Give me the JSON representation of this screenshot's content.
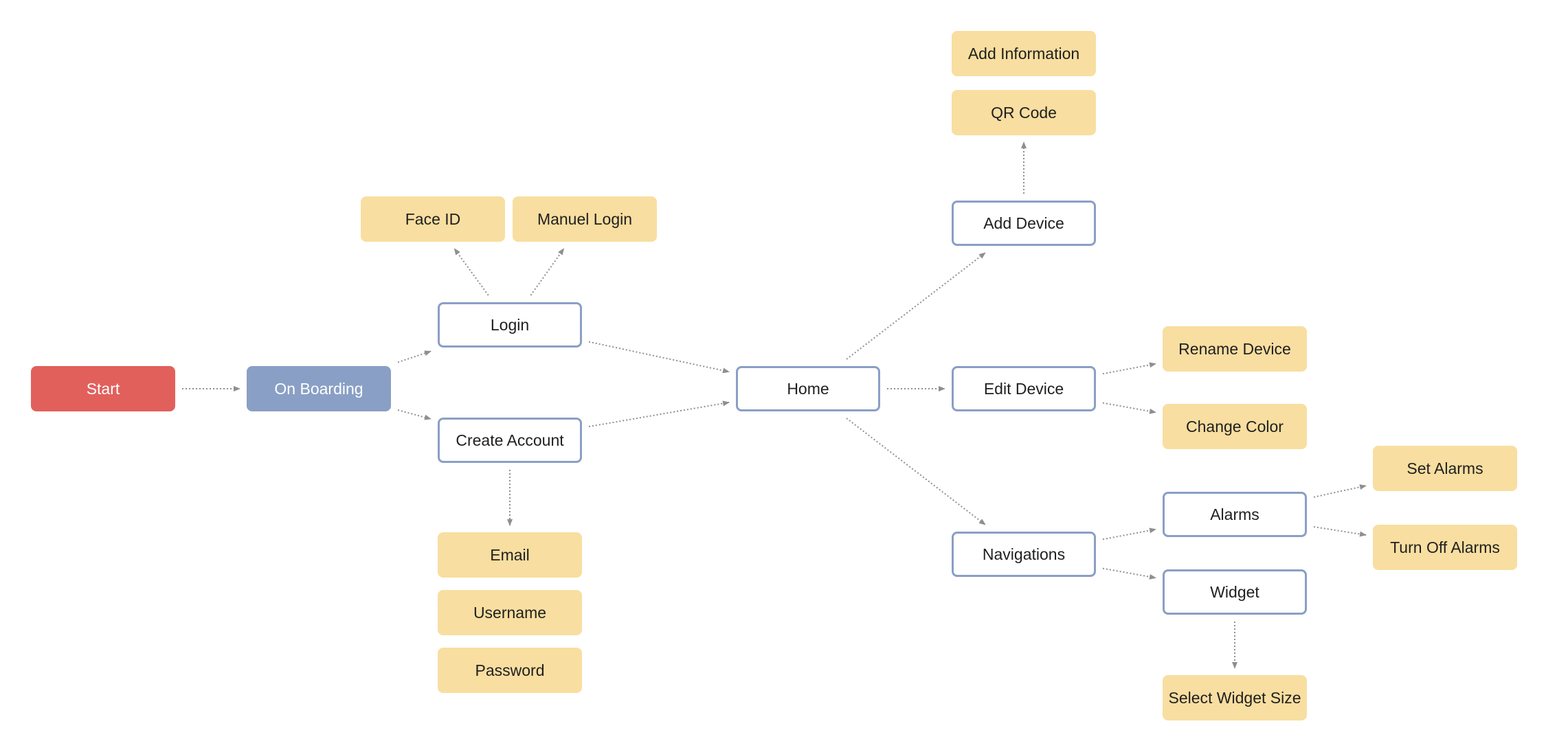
{
  "colors": {
    "start": "#e2605c",
    "onboarding": "#8a9fc5",
    "screen_border": "#8a9fc5",
    "feature": "#f8dea0",
    "connector": "#8f8f8f"
  },
  "nodes": {
    "start": "Start",
    "on_boarding": "On Boarding",
    "login": "Login",
    "create_account": "Create Account",
    "face_id": "Face ID",
    "manuel_login": "Manuel Login",
    "email": "Email",
    "username": "Username",
    "password": "Password",
    "home": "Home",
    "add_device": "Add Device",
    "qr_code": "QR Code",
    "add_information": "Add Information",
    "edit_device": "Edit Device",
    "rename_device": "Rename Device",
    "change_color": "Change Color",
    "navigations": "Navigations",
    "alarms": "Alarms",
    "set_alarms": "Set Alarms",
    "turn_off_alarms": "Turn Off Alarms",
    "widget": "Widget",
    "select_widget_size": "Select Widget Size"
  },
  "connections": [
    [
      "start",
      "on_boarding"
    ],
    [
      "on_boarding",
      "login"
    ],
    [
      "on_boarding",
      "create_account"
    ],
    [
      "login",
      "face_id"
    ],
    [
      "login",
      "manuel_login"
    ],
    [
      "login",
      "home"
    ],
    [
      "create_account",
      "home"
    ],
    [
      "create_account",
      "email"
    ],
    [
      "home",
      "add_device"
    ],
    [
      "home",
      "edit_device"
    ],
    [
      "home",
      "navigations"
    ],
    [
      "add_device",
      "qr_code"
    ],
    [
      "edit_device",
      "rename_device"
    ],
    [
      "edit_device",
      "change_color"
    ],
    [
      "navigations",
      "alarms"
    ],
    [
      "navigations",
      "widget"
    ],
    [
      "alarms",
      "set_alarms"
    ],
    [
      "alarms",
      "turn_off_alarms"
    ],
    [
      "widget",
      "select_widget_size"
    ]
  ]
}
